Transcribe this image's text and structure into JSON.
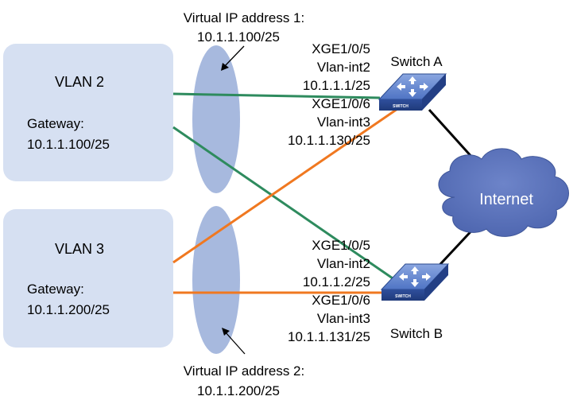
{
  "vlan2": {
    "title": "VLAN 2",
    "gateway_label": "Gateway:",
    "gateway_ip": "10.1.1.100/25"
  },
  "vlan3": {
    "title": "VLAN 3",
    "gateway_label": "Gateway:",
    "gateway_ip": "10.1.1.200/25"
  },
  "vip1": {
    "label": "Virtual IP address 1:",
    "ip": "10.1.1.100/25"
  },
  "vip2": {
    "label": "Virtual IP address 2:",
    "ip": "10.1.1.200/25"
  },
  "switch_a": {
    "name": "Switch A",
    "icon_text": "SWITCH",
    "if1": "XGE1/0/5",
    "vlan_if1": "Vlan-int2",
    "ip1": "10.1.1.1/25",
    "if2": "XGE1/0/6",
    "vlan_if2": "Vlan-int3",
    "ip2": "10.1.1.130/25"
  },
  "switch_b": {
    "name": "Switch B",
    "icon_text": "SWITCH",
    "if1": "XGE1/0/5",
    "vlan_if1": "Vlan-int2",
    "ip1": "10.1.1.2/25",
    "if2": "XGE1/0/6",
    "vlan_if2": "Vlan-int3",
    "ip2": "10.1.1.131/25"
  },
  "internet": {
    "label": "Internet"
  },
  "colors": {
    "vlan_box": "#d6e0f2",
    "ellipse": "#a7b9de",
    "vlan2_link": "#2e8b5e",
    "vlan3_link": "#f07820",
    "uplink": "#000000",
    "switch_body": "#3a5fb0",
    "cloud": "#4b63ad"
  }
}
